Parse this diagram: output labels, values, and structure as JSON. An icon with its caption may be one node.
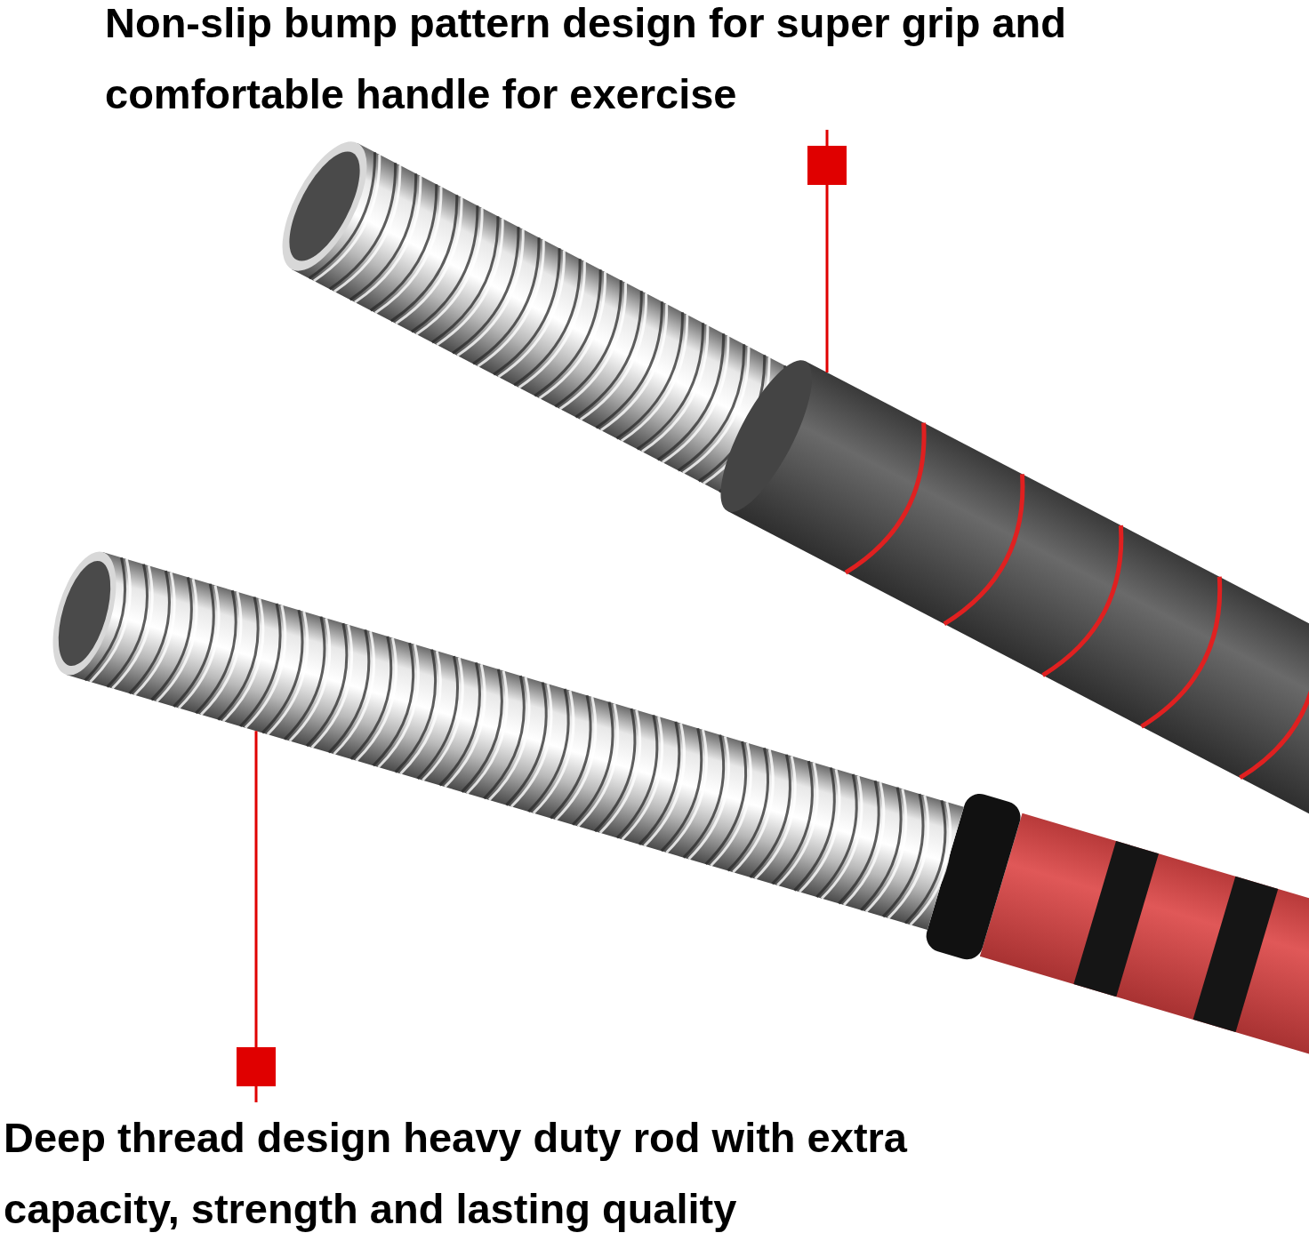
{
  "diagram": {
    "nodes": [
      {
        "text": [
          "Non-slip bump pattern design for super grip and comfortable handle for exercise"
        ]
      },
      {
        "text": [],
        "shape": "picture"
      },
      {
        "text": [
          "Deep thread design heavy duty rod with extra capacity, strength and lasting quality"
        ]
      },
      {
        "text": [],
        "shape": "picture"
      }
    ],
    "edges": [
      {
        "from": 0,
        "to": 1,
        "arrow": "other",
        "color": "#e00000"
      },
      {
        "from": 2,
        "to": 3,
        "arrow": "other",
        "color": "#e00000"
      }
    ]
  }
}
